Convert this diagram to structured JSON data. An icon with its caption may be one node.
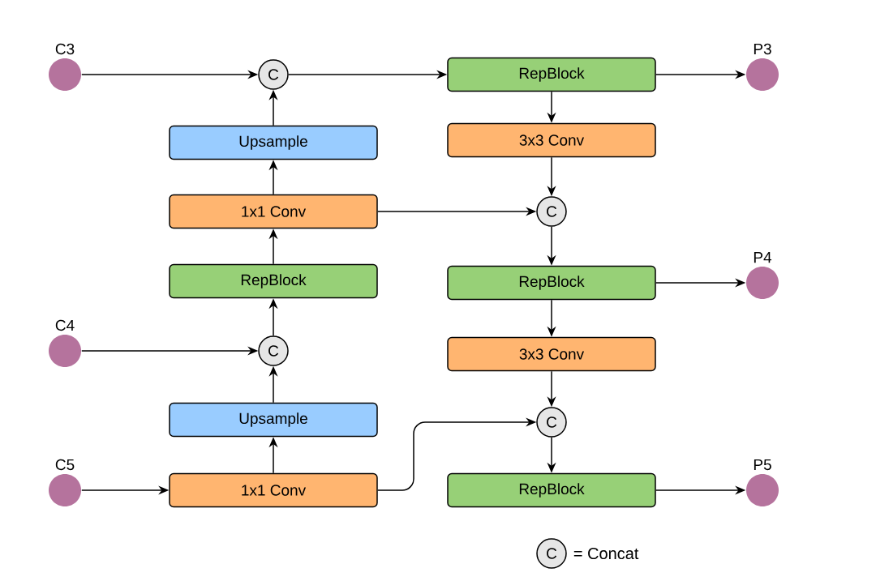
{
  "diagram": {
    "nodes": [
      {
        "text": [
          "C3"
        ]
      },
      {
        "text": [
          "C4"
        ]
      },
      {
        "text": [
          "C5"
        ]
      },
      {
        "text": [
          "C"
        ]
      },
      {
        "text": [
          "Upsample"
        ]
      },
      {
        "text": [
          "1x1 Conv"
        ]
      },
      {
        "text": [
          "RepBlock"
        ]
      },
      {
        "text": [
          "C"
        ]
      },
      {
        "text": [
          "Upsample"
        ]
      },
      {
        "text": [
          "1x1 Conv"
        ]
      },
      {
        "text": [
          "RepBlock"
        ]
      },
      {
        "text": [
          "3x3 Conv"
        ]
      },
      {
        "text": [
          "C"
        ]
      },
      {
        "text": [
          "RepBlock"
        ]
      },
      {
        "text": [
          "3x3 Conv"
        ]
      },
      {
        "text": [
          "C"
        ]
      },
      {
        "text": [
          "RepBlock"
        ]
      },
      {
        "text": [
          "P3"
        ]
      },
      {
        "text": [
          "P4"
        ]
      },
      {
        "text": [
          "P5"
        ]
      },
      {
        "text": [
          "C"
        ],
        "beside": [
          "= Concat"
        ]
      }
    ],
    "edges": [
      {
        "from": 0,
        "to": 3,
        "arrow": "to"
      },
      {
        "from": 3,
        "to": 10,
        "arrow": "to"
      },
      {
        "from": 10,
        "to": 17,
        "arrow": "to"
      },
      {
        "from": 10,
        "to": 11,
        "arrow": "to"
      },
      {
        "from": 11,
        "to": 12,
        "arrow": "to"
      },
      {
        "from": 12,
        "to": 13,
        "arrow": "to"
      },
      {
        "from": 13,
        "to": 18,
        "arrow": "to"
      },
      {
        "from": 13,
        "to": 14,
        "arrow": "to"
      },
      {
        "from": 14,
        "to": 15,
        "arrow": "to"
      },
      {
        "from": 15,
        "to": 16,
        "arrow": "to"
      },
      {
        "from": 16,
        "to": 19,
        "arrow": "to"
      },
      {
        "from": 4,
        "to": 3,
        "arrow": "to"
      },
      {
        "from": 5,
        "to": 4,
        "arrow": "to"
      },
      {
        "from": 6,
        "to": 5,
        "arrow": "to"
      },
      {
        "from": 7,
        "to": 6,
        "arrow": "to"
      },
      {
        "from": 1,
        "to": 7,
        "arrow": "to"
      },
      {
        "from": 8,
        "to": 7,
        "arrow": "to"
      },
      {
        "from": 9,
        "to": 8,
        "arrow": "to"
      },
      {
        "from": 2,
        "to": 9,
        "arrow": "to"
      },
      {
        "from": 5,
        "to": 12,
        "arrow": "to"
      },
      {
        "from": 9,
        "to": 15,
        "arrow": "to"
      }
    ]
  }
}
